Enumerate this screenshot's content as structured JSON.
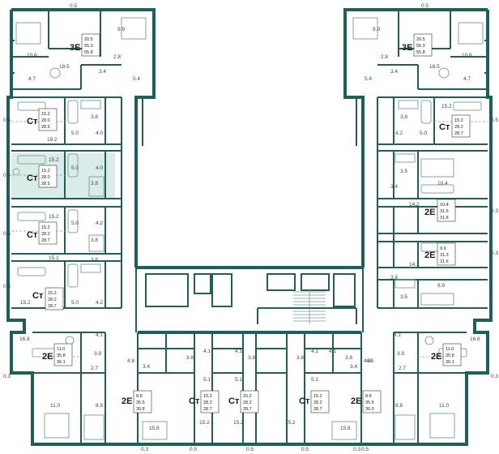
{
  "colors": {
    "wall": "#1f5f5a",
    "highlight": "#d9ece9",
    "fixtures": "#8aa3a1"
  },
  "units": [
    {
      "id": "u1",
      "code": "3E",
      "a": "20.5",
      "b": "55.3",
      "c": "55.8"
    },
    {
      "id": "u2",
      "code": "3E",
      "a": "20.5",
      "b": "55.3",
      "c": "55.8"
    },
    {
      "id": "u3",
      "code": "Ст",
      "a": "15.2",
      "b": "28.0",
      "c": "28.5"
    },
    {
      "id": "u4",
      "code": "Ст",
      "a": "15.2",
      "b": "28.2",
      "c": "28.7"
    },
    {
      "id": "u5",
      "code": "Ст",
      "a": "15.2",
      "b": "28.0",
      "c": "28.5"
    },
    {
      "id": "u6",
      "code": "2E",
      "a": "10.4",
      "b": "31.5",
      "c": "31.8"
    },
    {
      "id": "u7",
      "code": "Ст",
      "a": "15.2",
      "b": "28.2",
      "c": "28.7"
    },
    {
      "id": "u8",
      "code": "2E",
      "a": "9.9",
      "b": "31.3",
      "c": "31.6"
    },
    {
      "id": "u9",
      "code": "Ст",
      "a": "15.2",
      "b": "28.2",
      "c": "28.7"
    },
    {
      "id": "u10",
      "code": "2E",
      "a": "11.0",
      "b": "35.8",
      "c": "36.1"
    },
    {
      "id": "u11",
      "code": "2E",
      "a": "11.0",
      "b": "35.8",
      "c": "36.1"
    },
    {
      "id": "u12",
      "code": "2E",
      "a": "8.8",
      "b": "35.5",
      "c": "35.8"
    },
    {
      "id": "u13",
      "code": "Ст",
      "a": "15.2",
      "b": "28.2",
      "c": "28.7"
    },
    {
      "id": "u14",
      "code": "Ст",
      "a": "15.2",
      "b": "28.2",
      "c": "28.7"
    },
    {
      "id": "u15",
      "code": "Ст",
      "a": "15.2",
      "b": "28.2",
      "c": "28.7"
    },
    {
      "id": "u16",
      "code": "2E",
      "a": "8.8",
      "b": "35.5",
      "c": "36.0"
    }
  ],
  "room_labels": [
    "0.5",
    "9.9",
    "10.6",
    "18.5",
    "2.8",
    "4.7",
    "3.4",
    "5.4",
    "0.5",
    "9.9",
    "10.6",
    "18.5",
    "2.8",
    "4.7",
    "3.4",
    "5.4",
    "15.2",
    "0.5",
    "3.8",
    "5.0",
    "4.0",
    "15.2",
    "5.0",
    "4.0",
    "3.8",
    "0.3",
    "15.2",
    "4.2",
    "5.0",
    "0.5",
    "3.8",
    "15.2",
    "3.8",
    "0.5",
    "15.2",
    "5.0",
    "4.2",
    "15.2",
    "3.8",
    "4.2",
    "5.0",
    "0.5",
    "3.5",
    "3.4",
    "10.4",
    "14.2",
    "0.3",
    "14.1",
    "0.3",
    "3.8",
    "9.9",
    "3.5",
    "16.8",
    "4.1",
    "3.9",
    "4.8",
    "2.7",
    "0.3",
    "11.0",
    "8.8",
    "16.8",
    "4.1",
    "3.9",
    "4.8",
    "2.7",
    "0.3",
    "11.0",
    "8.8",
    "3.4",
    "3.8",
    "4.1",
    "5.1",
    "15.8",
    "15.2",
    "0.3",
    "0.5",
    "4.1",
    "3.8",
    "5.1",
    "15.2",
    "0.5",
    "3.8",
    "4.1",
    "5.1",
    "15.2",
    "0.5",
    "3.8",
    "4.1",
    "3.4",
    "4.8",
    "15.8",
    "0.3",
    "0.5"
  ]
}
